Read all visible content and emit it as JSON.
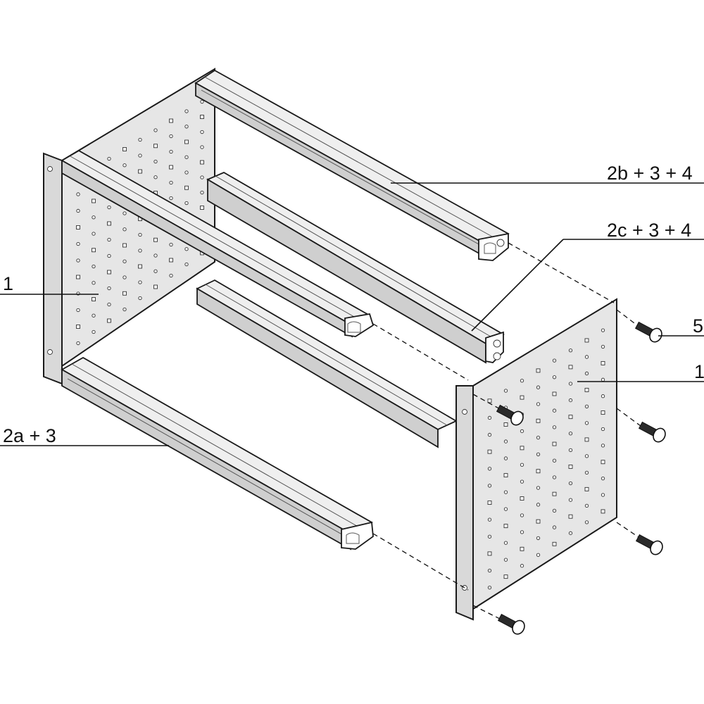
{
  "labels": {
    "side_panel_left": "1",
    "side_panel_right": "1",
    "rail_top_rear": "2b + 3 + 4",
    "rail_top_front": "2c + 3 + 4",
    "rail_bottom": "2a + 3",
    "screws": "5"
  },
  "icons": {
    "screw": "screw-icon",
    "rail": "extrusion-rail-icon",
    "panel": "perforated-side-panel-icon"
  }
}
